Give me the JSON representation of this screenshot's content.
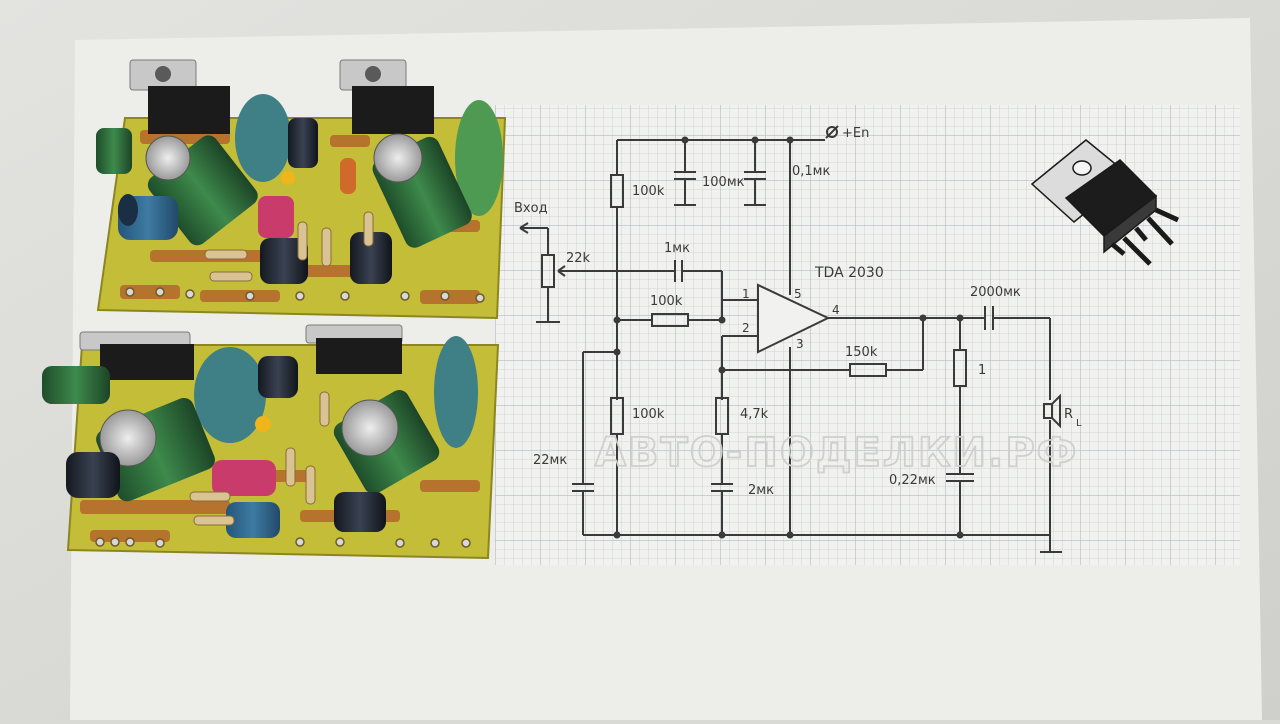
{
  "schematic": {
    "labels": {
      "supply": "+En",
      "input": "Вход",
      "ic": "TDA 2030",
      "r_top": "100k",
      "c_supply_elec": "100мк",
      "c_supply_film": "0,1мк",
      "pot": "22k",
      "c_input": "1мк",
      "r_feedback_in": "100k",
      "r_bias": "100k",
      "c_bias": "22мк",
      "r_47": "4,7k",
      "c_2": "2мк",
      "r_feedback": "150k",
      "c_output": "2000мк",
      "r_zobel": "1",
      "c_zobel": "0,22мк",
      "load": "R",
      "load_sub": "L"
    },
    "pins": {
      "p1": "1",
      "p2": "2",
      "p3": "3",
      "p4": "4",
      "p5": "5"
    }
  },
  "watermark": "АВТО-ПОДЕЛКИ.РФ",
  "colors": {
    "pcb": "#c9c23a",
    "copper": "#b8752e",
    "paper": "#ecece8",
    "grid": "#c5c9cf",
    "ink": "#3a3a3a"
  }
}
